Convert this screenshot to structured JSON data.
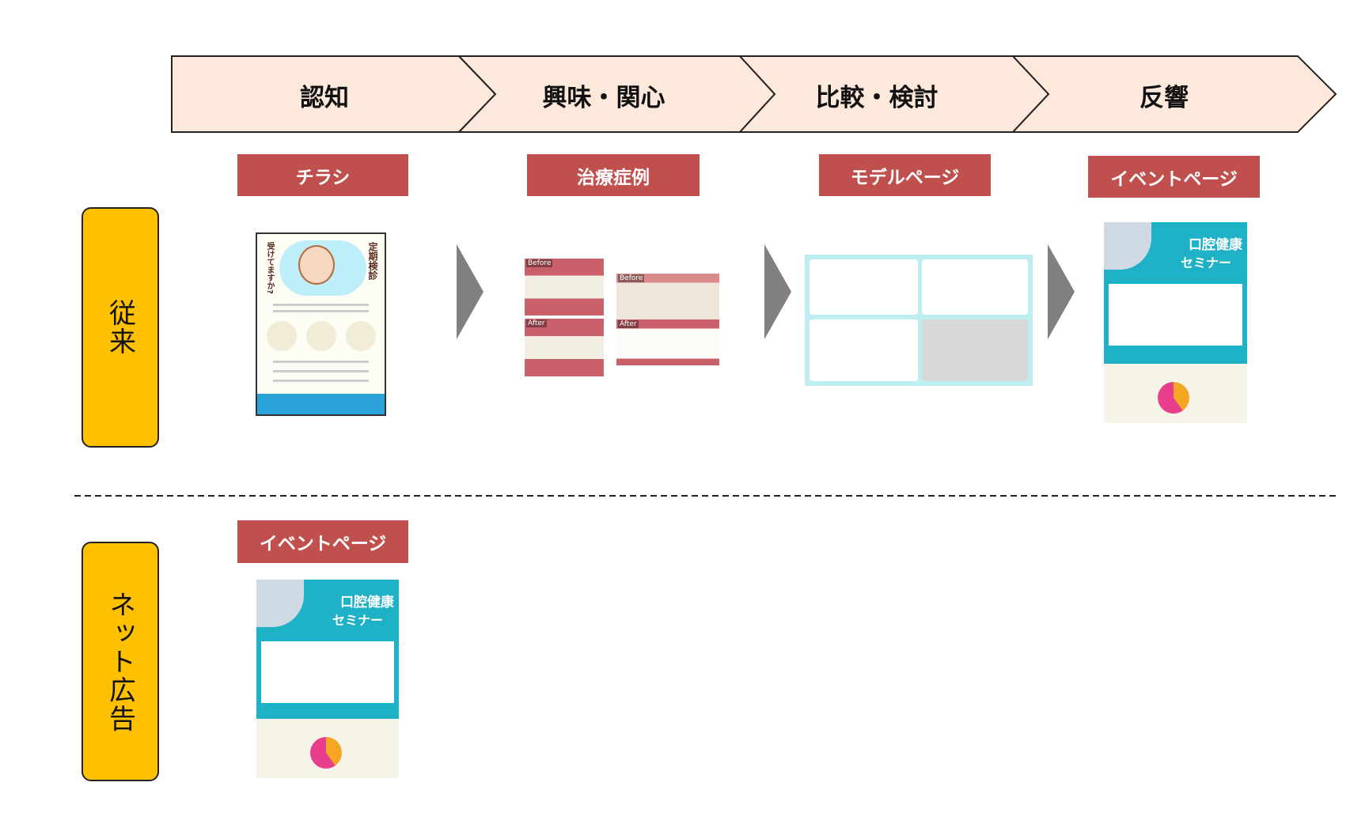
{
  "stages": [
    "認知",
    "興味・関心",
    "比較・検討",
    "反響"
  ],
  "rows": {
    "traditional": "従来",
    "online": "ネット広告"
  },
  "traditional_tags": [
    "チラシ",
    "治療症例",
    "モデルページ",
    "イベントページ"
  ],
  "online_tags": [
    "イベントページ"
  ],
  "thumbnails": {
    "flyer": {
      "headline": "定期検診",
      "headline2": "受けてますか?"
    },
    "teeth": {
      "before": "Before",
      "after": "After"
    },
    "event": {
      "title": "口腔健康",
      "subtitle": "セミナー"
    }
  },
  "colors": {
    "chevron": "#fce9dc",
    "tag": "#c0504d",
    "rowbox": "#ffc000",
    "arrow": "#808080"
  }
}
